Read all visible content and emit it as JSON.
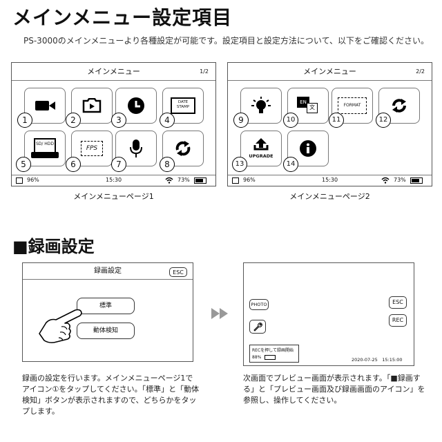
{
  "title": "メインメニュー設定項目",
  "intro": "PS-3000のメインメニューより各種設定が可能です。設定項目と設定方法について、以下をご確認ください。",
  "menu_page1": {
    "header": "メインメニュー",
    "page": "1/2",
    "caption": "メインメニューページ1",
    "footer": {
      "storage": "96%",
      "time": "15:30",
      "wifi": "73%"
    },
    "items": [
      {
        "num": "1",
        "icon": "video-camera-icon"
      },
      {
        "num": "2",
        "icon": "playback-icon"
      },
      {
        "num": "3",
        "icon": "clock-icon"
      },
      {
        "num": "4",
        "icon": "date-stamp-icon",
        "label": "DATE STAMP"
      },
      {
        "num": "5",
        "icon": "sd-hdd-icon",
        "label": "SD/ HDD"
      },
      {
        "num": "6",
        "icon": "fps-icon",
        "label": "FPS"
      },
      {
        "num": "7",
        "icon": "microphone-icon"
      },
      {
        "num": "8",
        "icon": "loop-icon"
      }
    ]
  },
  "menu_page2": {
    "header": "メインメニュー",
    "page": "2/2",
    "caption": "メインメニューページ2",
    "footer": {
      "storage": "96%",
      "time": "15:30",
      "wifi": "73%"
    },
    "items": [
      {
        "num": "9",
        "icon": "lightbulb-icon"
      },
      {
        "num": "10",
        "icon": "language-icon",
        "label": "EN"
      },
      {
        "num": "11",
        "icon": "format-icon",
        "label": "FORMAT"
      },
      {
        "num": "12",
        "icon": "reset-icon"
      },
      {
        "num": "13",
        "icon": "upgrade-icon",
        "label": "UPGRADE"
      },
      {
        "num": "14",
        "icon": "info-icon"
      }
    ]
  },
  "section": "■録画設定",
  "rec_settings": {
    "header": "録画設定",
    "esc": "ESC",
    "standard": "標準",
    "motion": "動体検知",
    "description": "録画の設定を行います。メインメニューページ1でアイコン①をタップしてください。「標準」と「動体検知」ボタンが表示されますので、どちらかをタップします。"
  },
  "preview": {
    "photo": "PHOTO",
    "esc": "ESC",
    "rec": "REC",
    "status_text": "RECを押して録画開始",
    "battery": "88%",
    "datetime": "2020-07-25　15:15:00",
    "description": "次画面でプレビュー画面が表示されます。「■録画する」と「プレビュー画面及び録画画面のアイコン」を参照し、操作してください。"
  }
}
